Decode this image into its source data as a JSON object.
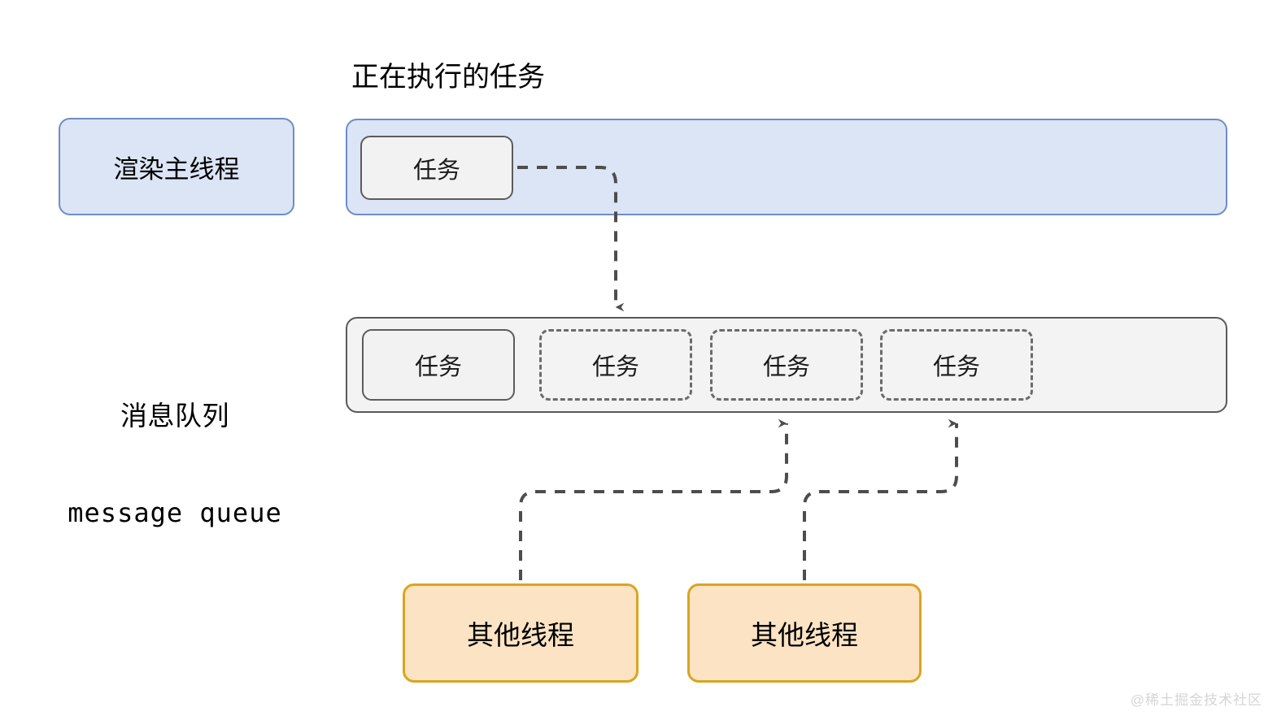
{
  "diagram": {
    "title": "正在执行的任务",
    "background_color": "#ffffff",
    "lanes": {
      "main_thread": {
        "chip_label": "渲染主线程",
        "fill_color": "#dbe5f5",
        "border_color": "#6f8dc4",
        "running_task_label": "任务"
      },
      "message_queue": {
        "label_cn": "消息队列",
        "label_en": "message queue",
        "fill_color": "#f3f3f3",
        "border_color": "#595959",
        "tasks": [
          {
            "label": "任务",
            "style": "solid"
          },
          {
            "label": "任务",
            "style": "dashed"
          },
          {
            "label": "任务",
            "style": "dashed"
          },
          {
            "label": "任务",
            "style": "dashed"
          }
        ]
      }
    },
    "worker_threads": [
      {
        "label": "其他线程"
      },
      {
        "label": "其他线程"
      }
    ],
    "worker_fill_color": "#fbe3c3",
    "worker_border_color": "#d9a520",
    "arrows": [
      {
        "name": "running-task-to-queue",
        "from": "task-running",
        "to": "queue-task-1",
        "style": "dashed"
      },
      {
        "name": "other-thread-1-to-queue",
        "from": "other-thread-1",
        "to": "queue-task-2",
        "style": "dashed"
      },
      {
        "name": "other-thread-2-to-queue",
        "from": "other-thread-2",
        "to": "queue-task-3",
        "style": "dashed"
      }
    ],
    "arrow_color": "#4d4d4d",
    "watermark": "@稀土掘金技术社区"
  }
}
